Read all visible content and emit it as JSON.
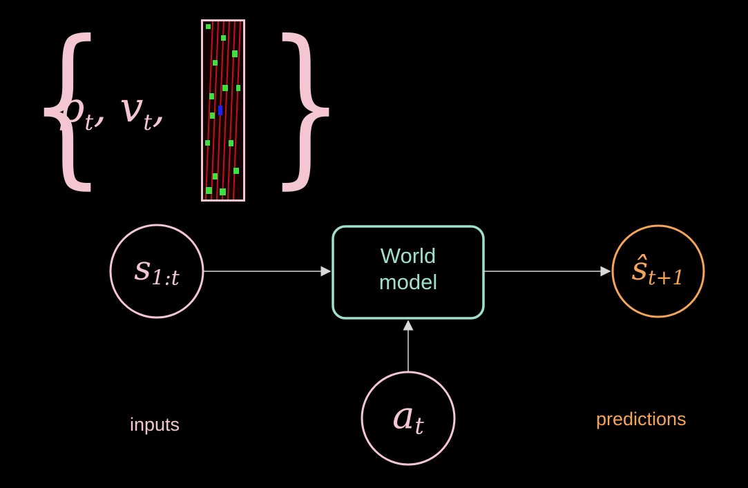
{
  "state_set": {
    "items": [
      "p",
      "v"
    ],
    "subscript": "t",
    "separator": ",",
    "image_icon": "track-image-icon"
  },
  "nodes": {
    "input": {
      "base": "s",
      "sub": "1:t"
    },
    "action": {
      "base": "a",
      "sub": "t"
    },
    "prediction": {
      "base": "ŝ",
      "sub": "t+1"
    }
  },
  "world_model": {
    "line1": "World",
    "line2": "model"
  },
  "labels": {
    "inputs": "inputs",
    "predictions": "predictions"
  },
  "colors": {
    "background": "#000000",
    "pink": "#f4c6d3",
    "teal": "#9fe0cb",
    "orange": "#f5a55a",
    "arrow": "#d9d9d9"
  }
}
